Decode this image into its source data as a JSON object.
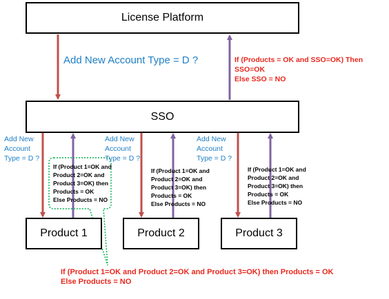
{
  "boxes": {
    "license_platform": "License Platform",
    "sso": "SSO",
    "product_1": "Product 1",
    "product_2": "Product 2",
    "product_3": "Product 3"
  },
  "labels": {
    "add_account_top": "Add New Account Type = D ?",
    "sso_condition": [
      "If (Products = OK and  SSO=OK) Then",
      "SSO=OK",
      "Else  SSO = NO"
    ],
    "add_account_p1": [
      "Add New",
      "Account",
      "Type = D ?"
    ],
    "add_account_p2": [
      "Add New",
      "Account",
      "Type = D ?"
    ],
    "add_account_p3": [
      "Add New",
      "Account",
      "Type = D ?"
    ],
    "product_condition_p1": [
      "If (Product 1=OK and",
      "Product 2=OK and",
      "Product 3=OK)  then",
      "Products = OK",
      "Else Products = NO"
    ],
    "product_condition_p2": [
      "If (Product 1=OK and",
      "Product 2=OK and",
      "Product 3=OK)  then",
      "Products = OK",
      "Else Products = NO"
    ],
    "product_condition_p3": [
      "If (Product 1=OK and",
      "Product 2=OK and",
      "Product 3=OK)  then",
      "Products = OK",
      "Else Products = NO"
    ],
    "callout": [
      "If (Product 1=OK and Product 2=OK and Product 3=OK)  then Products = OK",
      "Else Products = NO"
    ]
  },
  "colors": {
    "request_arrow": "#c0504d",
    "response_arrow": "#8064a2",
    "callout_border": "#00b050",
    "blue_text": "#1f7fc4",
    "red_text": "#e8281e"
  }
}
